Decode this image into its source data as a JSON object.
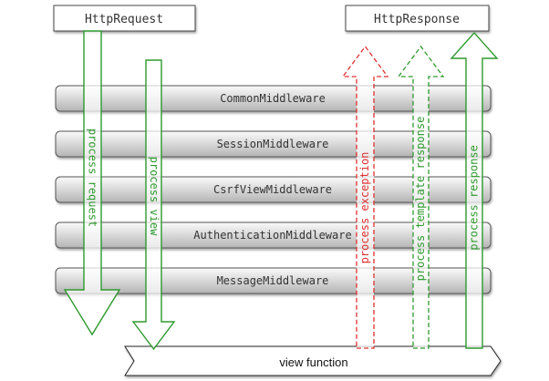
{
  "boxes": {
    "request": "HttpRequest",
    "response": "HttpResponse"
  },
  "middleware": [
    "CommonMiddleware",
    "SessionMiddleware",
    "CsrfViewMiddleware",
    "AuthenticationMiddleware",
    "MessageMiddleware"
  ],
  "arrows": {
    "process_request": "process request",
    "process_view": "process view",
    "process_exception": "process exception",
    "process_template_response": "process template response",
    "process_response": "process response"
  },
  "view_function": "view function",
  "colors": {
    "green": "#2e9a2e",
    "red": "#e03030",
    "box_border": "#444444",
    "bar_top": "#f2f2f2",
    "bar_bottom": "#bdbdbd"
  }
}
